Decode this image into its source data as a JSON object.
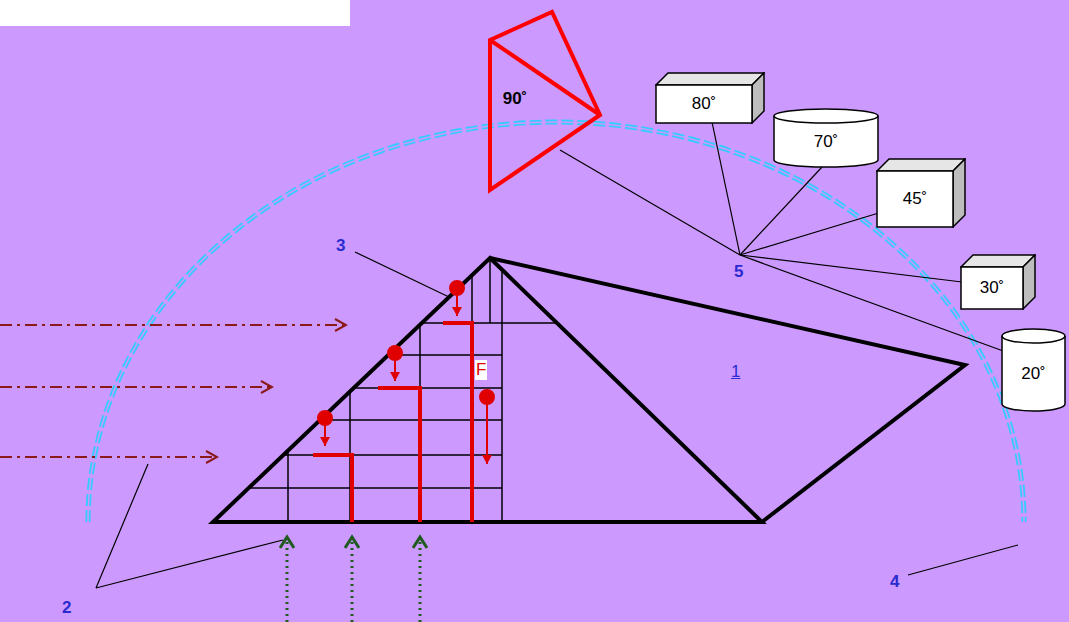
{
  "diagram": {
    "nodes": [
      {
        "text": [
          "90˚"
        ]
      },
      {
        "text": [
          "80˚"
        ]
      },
      {
        "text": [
          "70˚"
        ]
      },
      {
        "text": [
          "45˚"
        ]
      },
      {
        "text": [
          "30˚"
        ]
      },
      {
        "text": [
          "20˚"
        ]
      }
    ],
    "labels": [
      "1",
      "2",
      "3",
      "4",
      "5",
      "F"
    ]
  }
}
